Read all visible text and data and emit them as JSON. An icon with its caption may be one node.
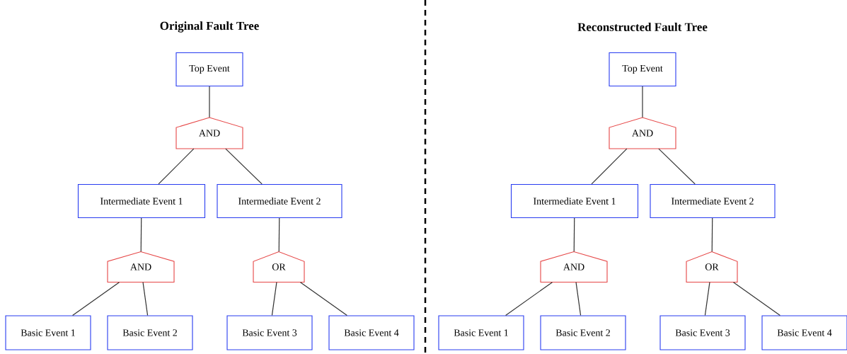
{
  "diagram": {
    "nodes": [
      {
        "text": [
          "Top Event"
        ]
      },
      {
        "text": [
          "AND"
        ]
      },
      {
        "text": [
          "Intermediate Event 1"
        ]
      },
      {
        "text": [
          "Intermediate Event 2"
        ]
      },
      {
        "text": [
          "AND"
        ]
      },
      {
        "text": [
          "OR"
        ]
      },
      {
        "text": [
          "Basic Event 1"
        ]
      },
      {
        "text": [
          "Basic Event 2"
        ]
      },
      {
        "text": [
          "Basic Event 3"
        ]
      },
      {
        "text": [
          "Basic Event 4"
        ]
      },
      {
        "text": [
          "Top Event"
        ]
      },
      {
        "text": [
          "AND"
        ]
      },
      {
        "text": [
          "Intermediate Event 1"
        ]
      },
      {
        "text": [
          "Intermediate Event 2"
        ]
      },
      {
        "text": [
          "AND"
        ]
      },
      {
        "text": [
          "OR"
        ]
      },
      {
        "text": [
          "Basic Event 1"
        ]
      },
      {
        "text": [
          "Basic Event 2"
        ]
      },
      {
        "text": [
          "Basic Event 3"
        ]
      },
      {
        "text": [
          "Basic Event 4"
        ]
      }
    ],
    "edges": [
      {
        "from": 0,
        "to": 1,
        "arrow": "none"
      },
      {
        "from": 1,
        "to": 2,
        "arrow": "none"
      },
      {
        "from": 1,
        "to": 3,
        "arrow": "none"
      },
      {
        "from": 2,
        "to": 4,
        "arrow": "none"
      },
      {
        "from": 3,
        "to": 5,
        "arrow": "none"
      },
      {
        "from": 4,
        "to": 6,
        "arrow": "none"
      },
      {
        "from": 4,
        "to": 7,
        "arrow": "none"
      },
      {
        "from": 5,
        "to": 8,
        "arrow": "none"
      },
      {
        "from": 5,
        "to": 9,
        "arrow": "none"
      },
      {
        "from": 10,
        "to": 11,
        "arrow": "none"
      },
      {
        "from": 11,
        "to": 12,
        "arrow": "none"
      },
      {
        "from": 11,
        "to": 13,
        "arrow": "none"
      },
      {
        "from": 12,
        "to": 14,
        "arrow": "none"
      },
      {
        "from": 13,
        "to": 15,
        "arrow": "none"
      },
      {
        "from": 14,
        "to": 16,
        "arrow": "none"
      },
      {
        "from": 14,
        "to": 17,
        "arrow": "none"
      },
      {
        "from": 15,
        "to": 18,
        "arrow": "none"
      },
      {
        "from": 15,
        "to": 19,
        "arrow": "none"
      }
    ],
    "labels": [
      "Original Fault Tree",
      "Reconstructed Fault Tree"
    ]
  }
}
